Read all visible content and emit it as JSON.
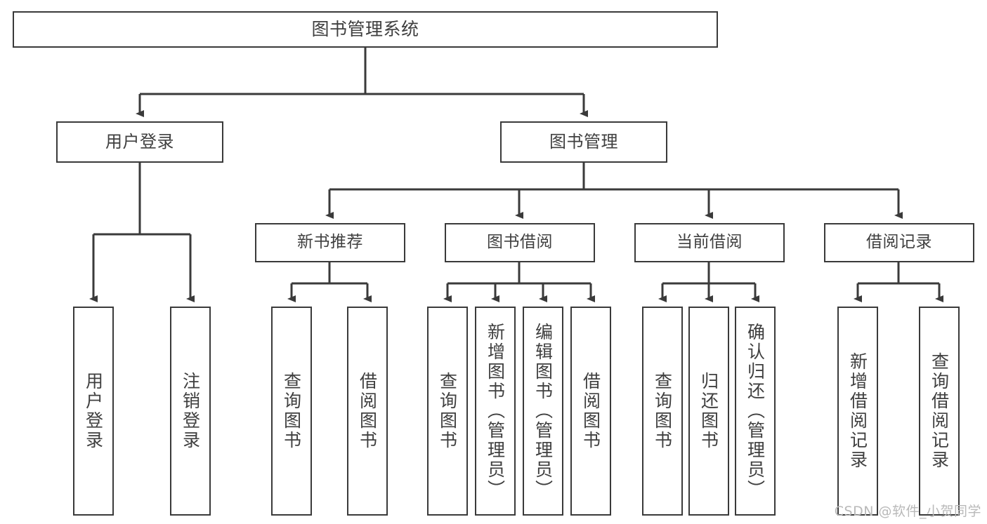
{
  "diagram": {
    "title": "图书管理系统",
    "type": "tree",
    "watermark": "CSDN @软件_小贺同学",
    "colors": {
      "box_border": "#3a3a3a",
      "box_fill": "#ffffff",
      "text": "#3f3f3f",
      "connector": "#3a3a3a",
      "watermark": "#b9b9b9",
      "background": "#ffffff"
    },
    "root": {
      "label": "图书管理系统"
    },
    "level2": [
      {
        "label": "用户登录"
      },
      {
        "label": "图书管理"
      }
    ],
    "level3": [
      {
        "label": "新书推荐"
      },
      {
        "label": "图书借阅"
      },
      {
        "label": "当前借阅"
      },
      {
        "label": "借阅记录"
      }
    ],
    "leaves": {
      "user_login": [
        {
          "label": "用户登录"
        },
        {
          "label": "注销登录"
        }
      ],
      "new_book_recommend": [
        {
          "label": "查询图书"
        },
        {
          "label": "借阅图书"
        }
      ],
      "book_borrow": [
        {
          "label": "查询图书"
        },
        {
          "label": "新增图书（管理员）"
        },
        {
          "label": "编辑图书（管理员）"
        },
        {
          "label": "借阅图书"
        }
      ],
      "current_borrow": [
        {
          "label": "查询图书"
        },
        {
          "label": "归还图书"
        },
        {
          "label": "确认归还（管理员）"
        }
      ],
      "borrow_record": [
        {
          "label": "新增借阅记录"
        },
        {
          "label": "查询借阅记录"
        }
      ]
    }
  }
}
